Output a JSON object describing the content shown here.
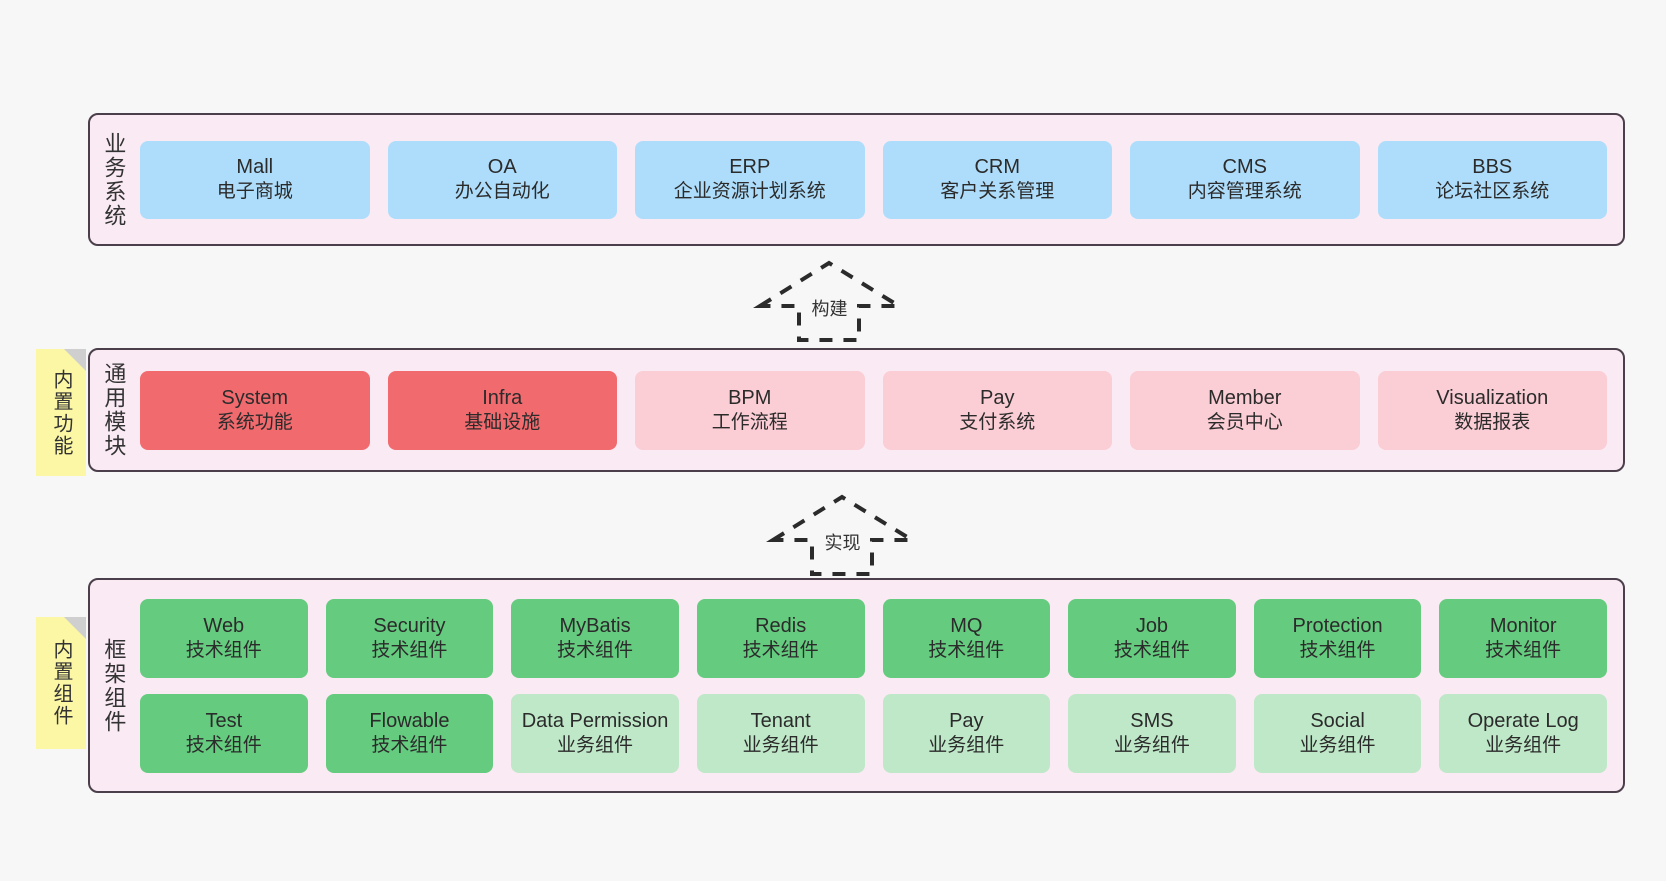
{
  "background": "#f7f7f7",
  "colors": {
    "container_bg": "#faeaf4",
    "container_border": "#4a3f4a",
    "business_card": "#aeddfb",
    "module_strong": "#f16a6e",
    "module_light": "#fbcdd5",
    "component_tech": "#65cb7f",
    "component_biz": "#bfe8c8",
    "note_bg": "#fbf7a5",
    "note_fold": "#cfcfcf"
  },
  "layers": [
    {
      "id": "business",
      "label": "业务系统",
      "rows": [
        [
          {
            "title": "Mall",
            "subtitle": "电子商城",
            "style": "c-blue"
          },
          {
            "title": "OA",
            "subtitle": "办公自动化",
            "style": "c-blue"
          },
          {
            "title": "ERP",
            "subtitle": "企业资源计划系统",
            "style": "c-blue"
          },
          {
            "title": "CRM",
            "subtitle": "客户关系管理",
            "style": "c-blue"
          },
          {
            "title": "CMS",
            "subtitle": "内容管理系统",
            "style": "c-blue"
          },
          {
            "title": "BBS",
            "subtitle": "论坛社区系统",
            "style": "c-blue"
          }
        ]
      ]
    },
    {
      "id": "common",
      "label": "通用模块",
      "note": "内置功能",
      "rows": [
        [
          {
            "title": "System",
            "subtitle": "系统功能",
            "style": "c-red"
          },
          {
            "title": "Infra",
            "subtitle": "基础设施",
            "style": "c-red"
          },
          {
            "title": "BPM",
            "subtitle": "工作流程",
            "style": "c-pink"
          },
          {
            "title": "Pay",
            "subtitle": "支付系统",
            "style": "c-pink"
          },
          {
            "title": "Member",
            "subtitle": "会员中心",
            "style": "c-pink"
          },
          {
            "title": "Visualization",
            "subtitle": "数据报表",
            "style": "c-pink"
          }
        ]
      ]
    },
    {
      "id": "framework",
      "label": "框架组件",
      "note": "内置组件",
      "rows": [
        [
          {
            "title": "Web",
            "subtitle": "技术组件",
            "style": "c-green"
          },
          {
            "title": "Security",
            "subtitle": "技术组件",
            "style": "c-green"
          },
          {
            "title": "MyBatis",
            "subtitle": "技术组件",
            "style": "c-green"
          },
          {
            "title": "Redis",
            "subtitle": "技术组件",
            "style": "c-green"
          },
          {
            "title": "MQ",
            "subtitle": "技术组件",
            "style": "c-green"
          },
          {
            "title": "Job",
            "subtitle": "技术组件",
            "style": "c-green"
          },
          {
            "title": "Protection",
            "subtitle": "技术组件",
            "style": "c-green"
          },
          {
            "title": "Monitor",
            "subtitle": "技术组件",
            "style": "c-green"
          }
        ],
        [
          {
            "title": "Test",
            "subtitle": "技术组件",
            "style": "c-green"
          },
          {
            "title": "Flowable",
            "subtitle": "技术组件",
            "style": "c-green"
          },
          {
            "title": "Data Permission",
            "subtitle": "业务组件",
            "style": "c-green-light"
          },
          {
            "title": "Tenant",
            "subtitle": "业务组件",
            "style": "c-green-light"
          },
          {
            "title": "Pay",
            "subtitle": "业务组件",
            "style": "c-green-light"
          },
          {
            "title": "SMS",
            "subtitle": "业务组件",
            "style": "c-green-light"
          },
          {
            "title": "Social",
            "subtitle": "业务组件",
            "style": "c-green-light"
          },
          {
            "title": "Operate Log",
            "subtitle": "业务组件",
            "style": "c-green-light"
          }
        ]
      ]
    }
  ],
  "arrows": [
    {
      "id": "build",
      "label": "构建"
    },
    {
      "id": "impl",
      "label": "实现"
    }
  ]
}
